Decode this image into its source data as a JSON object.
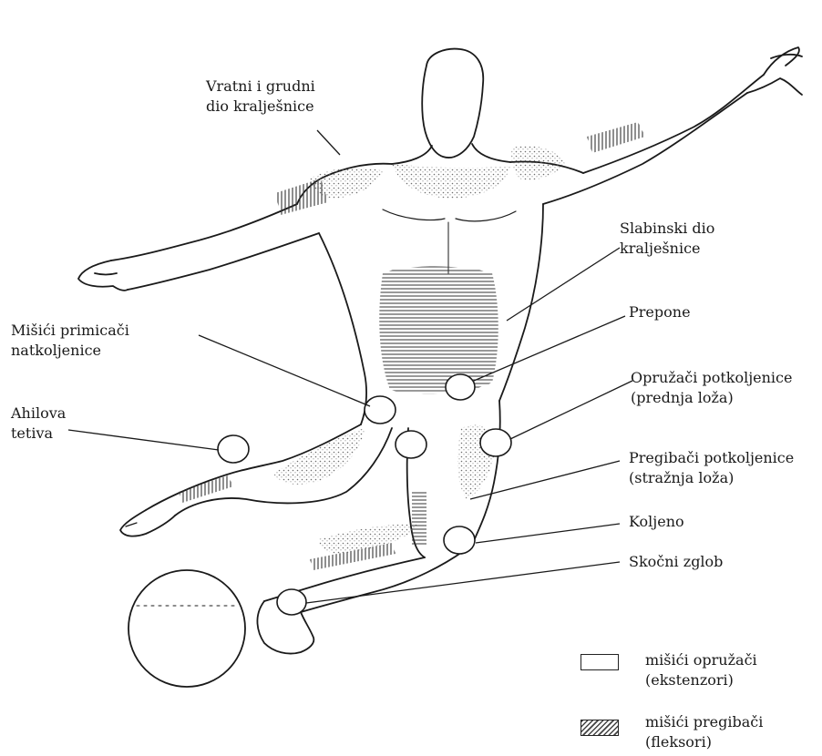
{
  "labels": {
    "cervical": [
      "Vratni i grudni",
      "dio kralješnice"
    ],
    "lumbar": [
      "Slabinski dio",
      "kralješnice"
    ],
    "groin": [
      "Prepone"
    ],
    "adductors": [
      "Mišići primicači",
      "natkoljenice"
    ],
    "quad": [
      "Opružači potkoljenice",
      "(prednja loža)"
    ],
    "achilles": [
      "Ahilova",
      "tetiva"
    ],
    "hamstring": [
      "Pregibači potkoljenice",
      "(stražnja loža)"
    ],
    "knee": [
      "Koljeno"
    ],
    "ankle": [
      "Skočni zglob"
    ]
  },
  "legend": {
    "extensors": [
      "mišići opružači",
      "(ekstenzori)"
    ],
    "flexors": [
      "mišići pregibači",
      "(fleksori)"
    ]
  }
}
